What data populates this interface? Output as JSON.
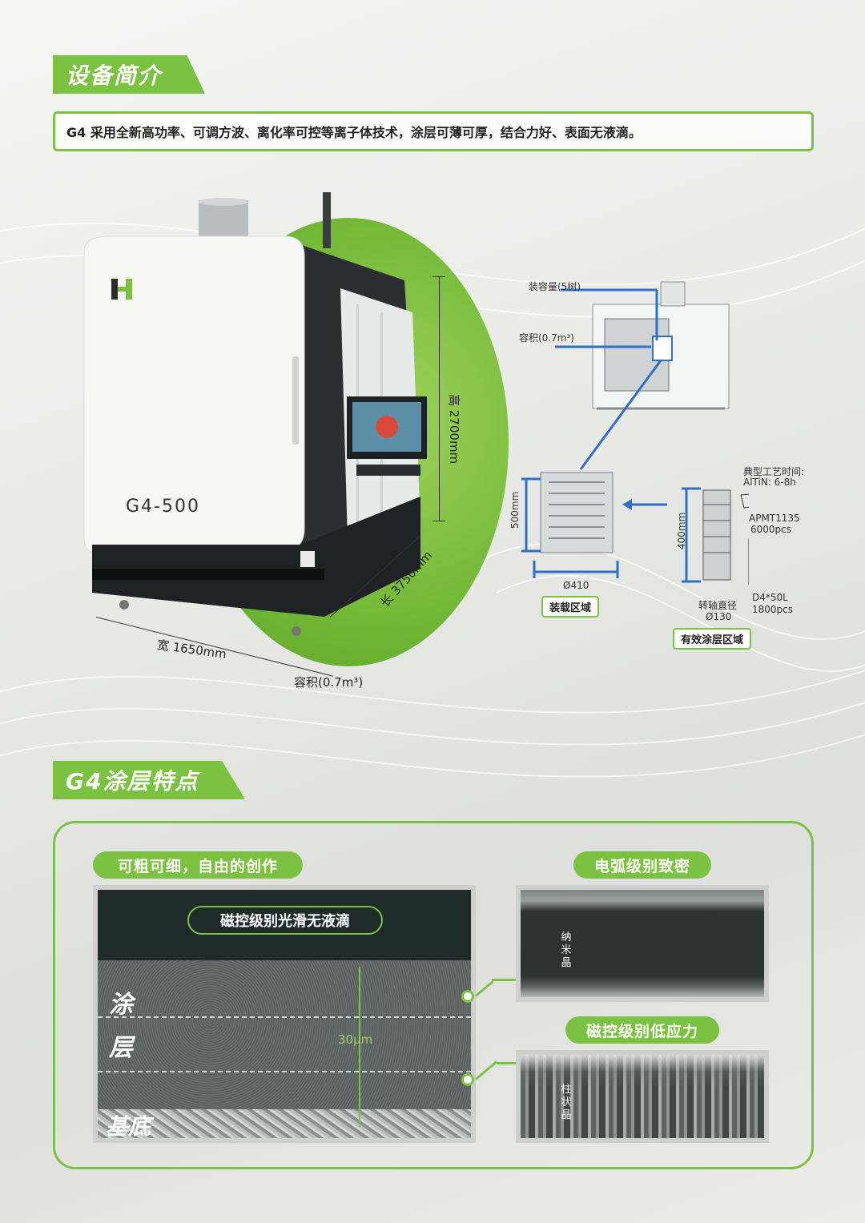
{
  "sections": {
    "intro_title": "设备简介",
    "features_title": "G4涂层特点"
  },
  "intro": {
    "text": "G4 采用全新高功率、可调方波、离化率可控等离子体技术，涂层可薄可厚，结合力好、表面无液滴。"
  },
  "machine": {
    "model": "G4-500",
    "height": "高 2700mm",
    "length": "长 3750mm",
    "width": "宽 1650mm",
    "volume": "容积(0.7m³)"
  },
  "diagram": {
    "capacity": "装容量(5树)",
    "volume": "容积(0.7m³)",
    "load_height": "500mm",
    "load_diameter": "Ø410",
    "load_zone": "装载区域",
    "coat_height": "400mm",
    "spindle_label": "转轴直径",
    "spindle_diameter": "Ø130",
    "coat_zone": "有效涂层区域",
    "process_title": "典型工艺时间:",
    "process_value": "AlTiN:  6-8h",
    "insert_name": "APMT1135",
    "insert_qty": "6000pcs",
    "rod_name": "D4*50L",
    "rod_qty": "1800pcs"
  },
  "features": {
    "left_title": "可粗可细，自由的创作",
    "inner_label": "磁控级别光滑无液滴",
    "layer_coat_1": "涂",
    "layer_coat_2": "层",
    "layer_base": "基底",
    "thickness": "30μm",
    "right_top_title": "电弧级别致密",
    "right_top_label": "纳米晶",
    "right_bottom_title": "磁控级别低应力",
    "right_bottom_label": "柱状晶"
  },
  "colors": {
    "accent": "#7cc242",
    "dark": "#1f2b29"
  }
}
